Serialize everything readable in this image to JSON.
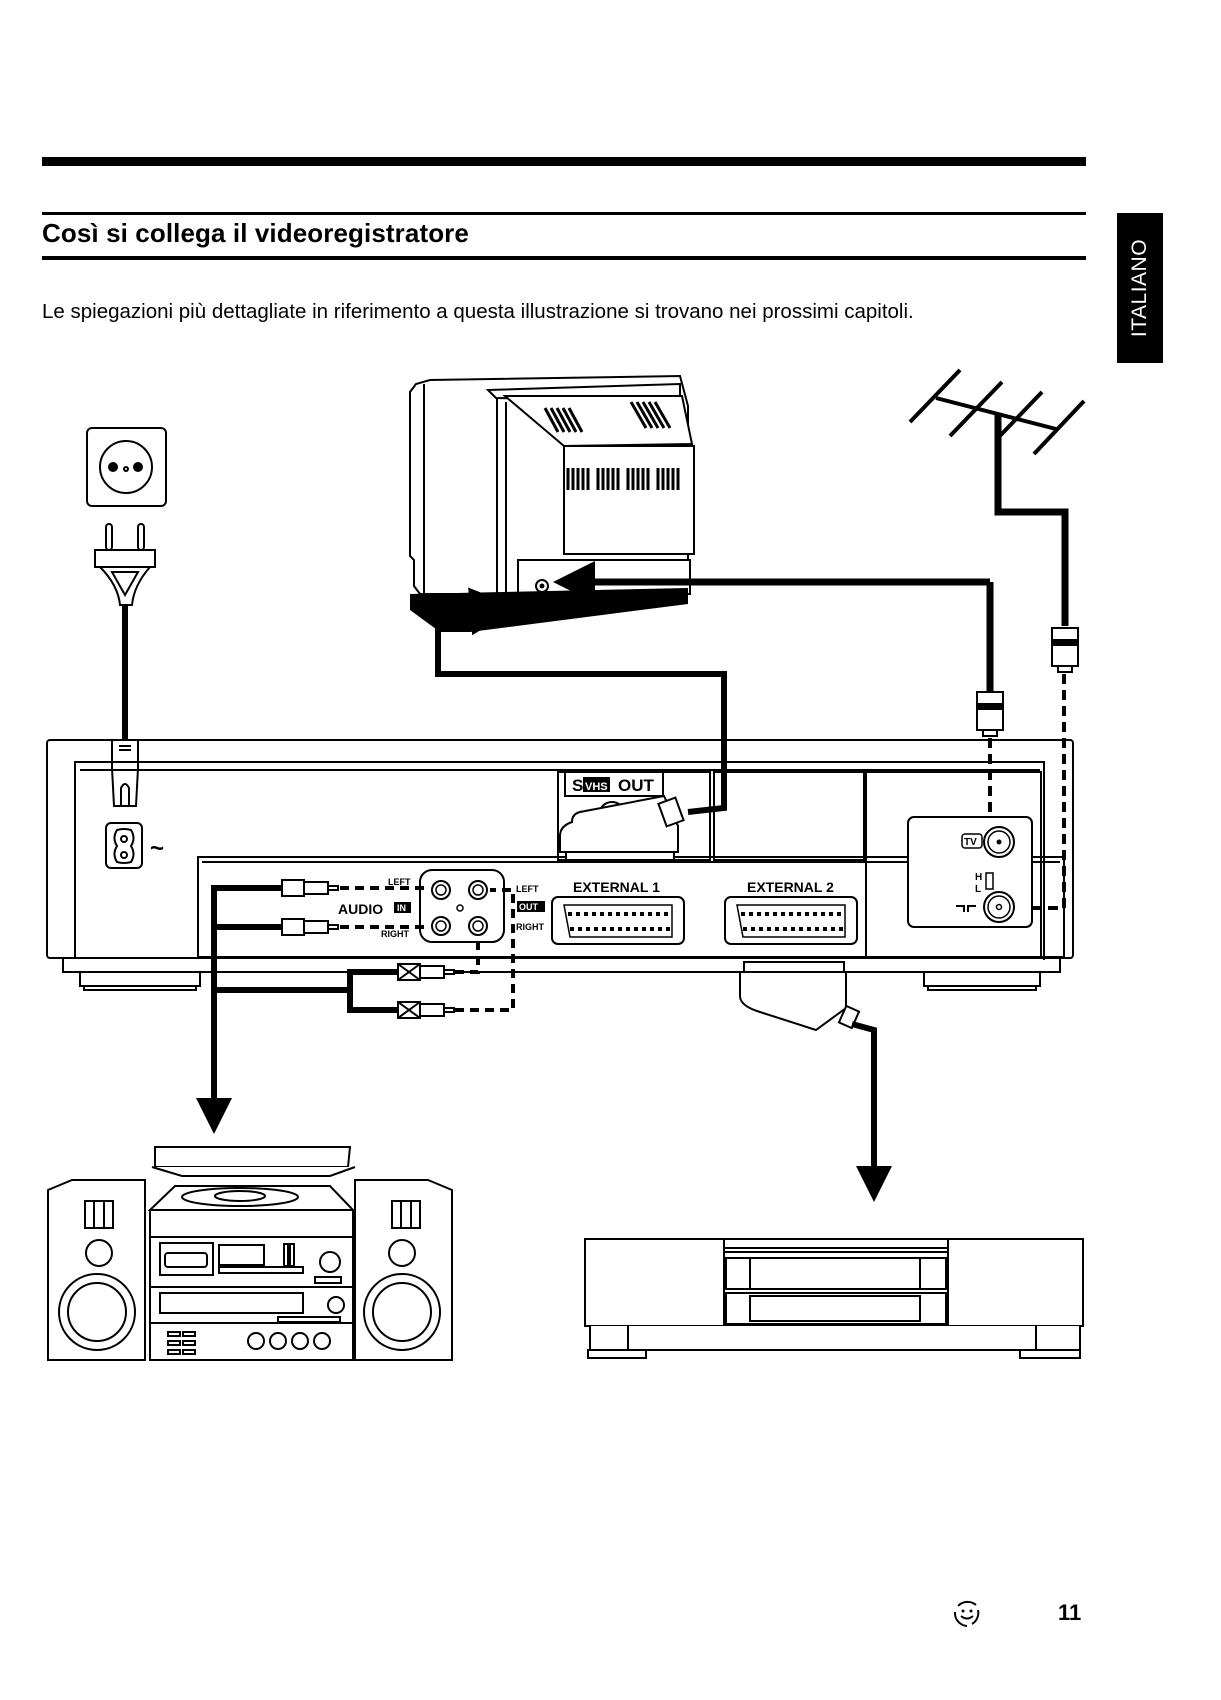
{
  "page": {
    "section_title": "Così si collega il videoregistratore",
    "intro_text": "Le spiegazioni più dettagliate in riferimento a questa illustrazione si trovano nei prossimi capitoli.",
    "language_tab": "ITALIANO",
    "page_number": "11",
    "footer_icon": "recycle-smiley-icon"
  },
  "diagram": {
    "devices": [
      "wall-socket",
      "mains-plug",
      "television",
      "antenna",
      "video-recorder",
      "hifi-system",
      "second-video-recorder"
    ],
    "labels": {
      "svhs_brand": "S",
      "svhs_logo": "VHS",
      "svhs_out": "OUT",
      "external1": "EXTERNAL 1",
      "external2": "EXTERNAL 2",
      "audio": "AUDIO",
      "audio_in_badge": "IN",
      "audio_out_badge": "OUT",
      "left_in": "LEFT",
      "right_in": "RIGHT",
      "left_out": "LEFT",
      "right_out": "RIGHT",
      "tv_badge": "TV",
      "switch_h": "H",
      "switch_l": "L",
      "ac_symbol": "~"
    }
  }
}
